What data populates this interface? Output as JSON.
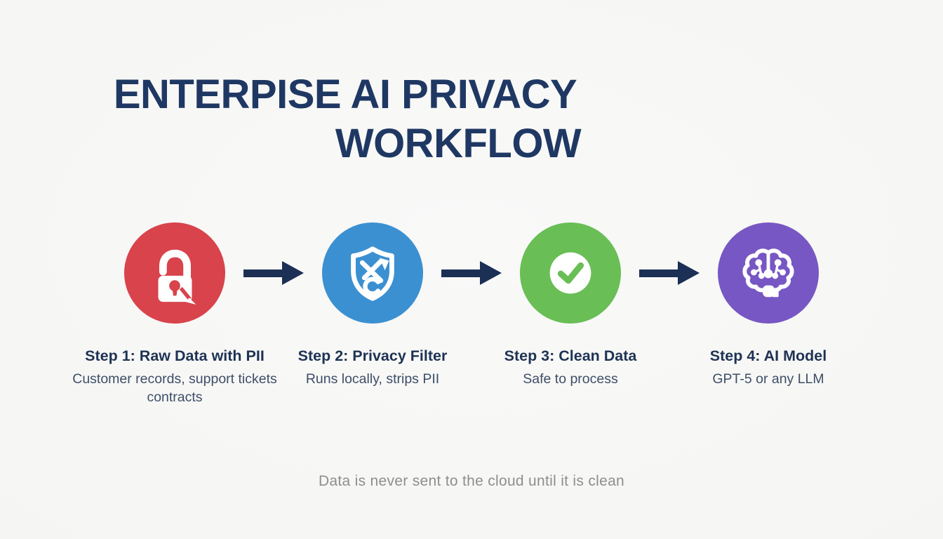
{
  "title": {
    "line1": "ENTERPISE AI PRIVACY",
    "line2": "WORKFLOW"
  },
  "steps": [
    {
      "label": "Step 1: Raw Data with PII",
      "description": "Customer records, support tickets\ncontracts",
      "icon": "unlocked-padlock-icon",
      "circle_color": "#d8434c"
    },
    {
      "label": "Step 2: Privacy Filter",
      "description": "Runs locally, strips PII",
      "icon": "privacy-shield-icon",
      "circle_color": "#3b90d1"
    },
    {
      "label": "Step 3: Clean Data",
      "description": "Safe to process",
      "icon": "checkmark-icon",
      "circle_color": "#69be55"
    },
    {
      "label": "Step 4: AI Model",
      "description": "GPT-5 or any LLM",
      "icon": "brain-icon",
      "circle_color": "#7757c3"
    }
  ],
  "footer_note": "Data is never sent to the cloud until it is clean",
  "colors": {
    "background": "#f7f7f5",
    "title_text": "#1f3863",
    "arrow": "#1c2f55",
    "step_label_text": "#1e3354",
    "step_description_text": "#3e4e68",
    "footer_text": "#8e8e8e",
    "step1_circle": "#d8434c",
    "step2_circle": "#3b90d1",
    "step3_circle": "#69be55",
    "step4_circle": "#7757c3"
  }
}
